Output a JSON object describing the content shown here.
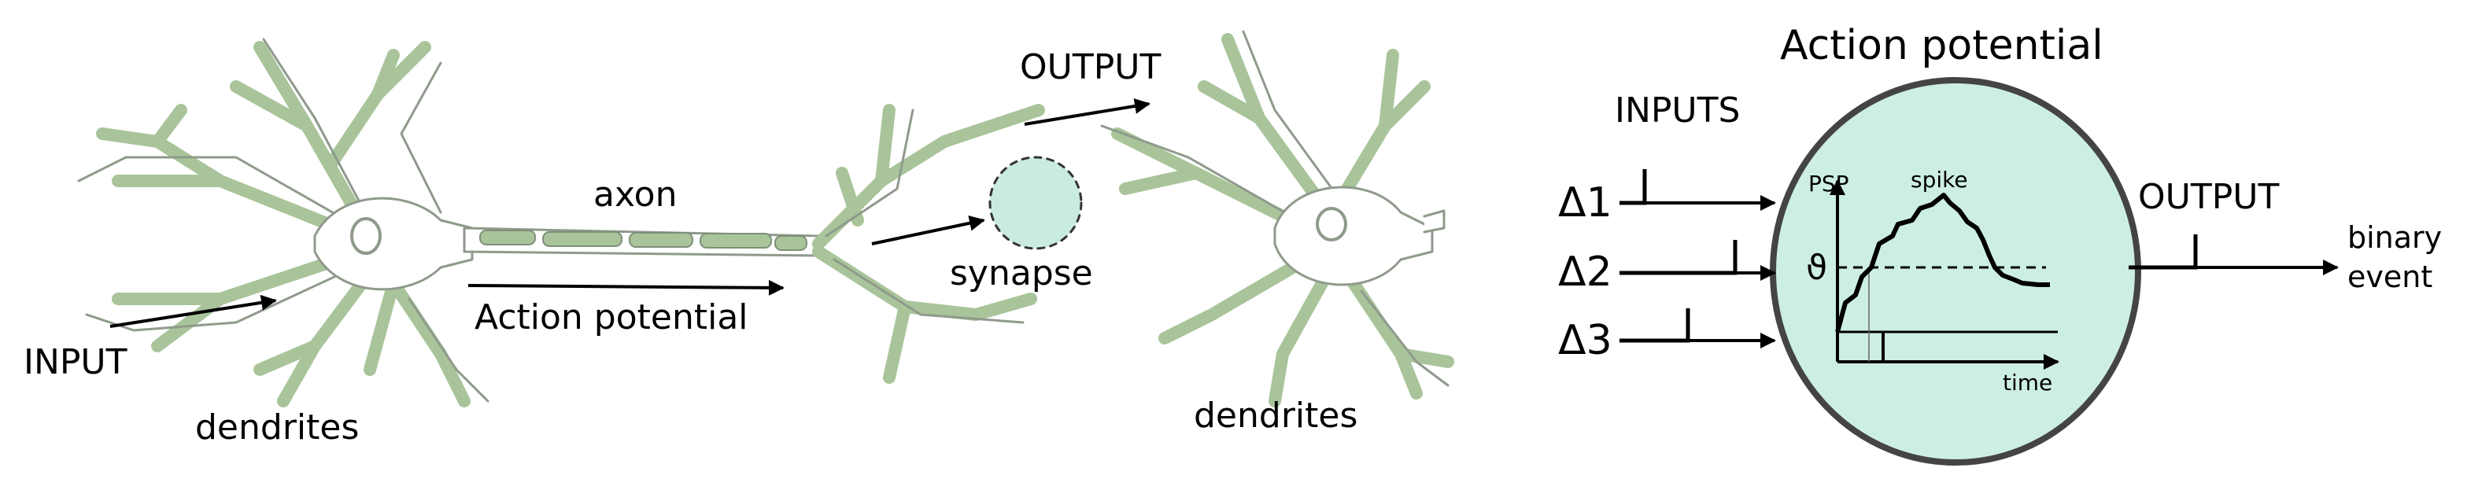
{
  "neuron": {
    "input_label": "INPUT",
    "dendrites_left": "dendrites",
    "axon_label": "axon",
    "action_potential_label": "Action potential",
    "synapse_label": "synapse",
    "output_label": "OUTPUT",
    "dendrites_right": "dendrites",
    "colors": {
      "fill": "#a9c49a",
      "outline": "#8f9a8c",
      "synapse": "#c9ebe1"
    }
  },
  "model": {
    "title": "Action potential",
    "inputs_label": "INPUTS",
    "inputs": [
      "Δ1",
      "Δ2",
      "Δ3"
    ],
    "threshold_symbol": "ϑ",
    "y_axis_label": "PSP",
    "x_axis_label": "time",
    "spike_label": "spike",
    "output_label": "OUTPUT",
    "output_desc_line1": "binary",
    "output_desc_line2": "event",
    "colors": {
      "cell": "#cdeee4",
      "cell_outline": "#444444"
    }
  }
}
